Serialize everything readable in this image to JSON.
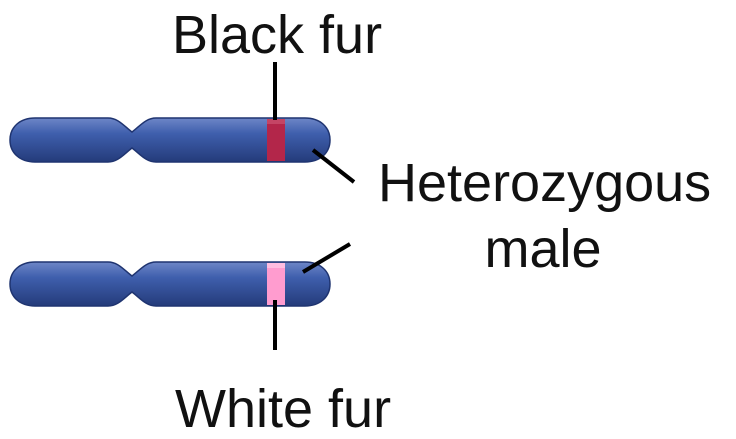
{
  "diagram": {
    "top_label": "Black fur",
    "bottom_label": "White fur",
    "right_label_line1": "Heterozygous",
    "right_label_line2": "male",
    "colors": {
      "chromosome_fill": "#3b5aa8",
      "chromosome_dark": "#26407f",
      "chromosome_light": "#6d86c7",
      "black_band": "#b3264a",
      "white_band": "#ff9ccf",
      "line": "#000000"
    }
  }
}
